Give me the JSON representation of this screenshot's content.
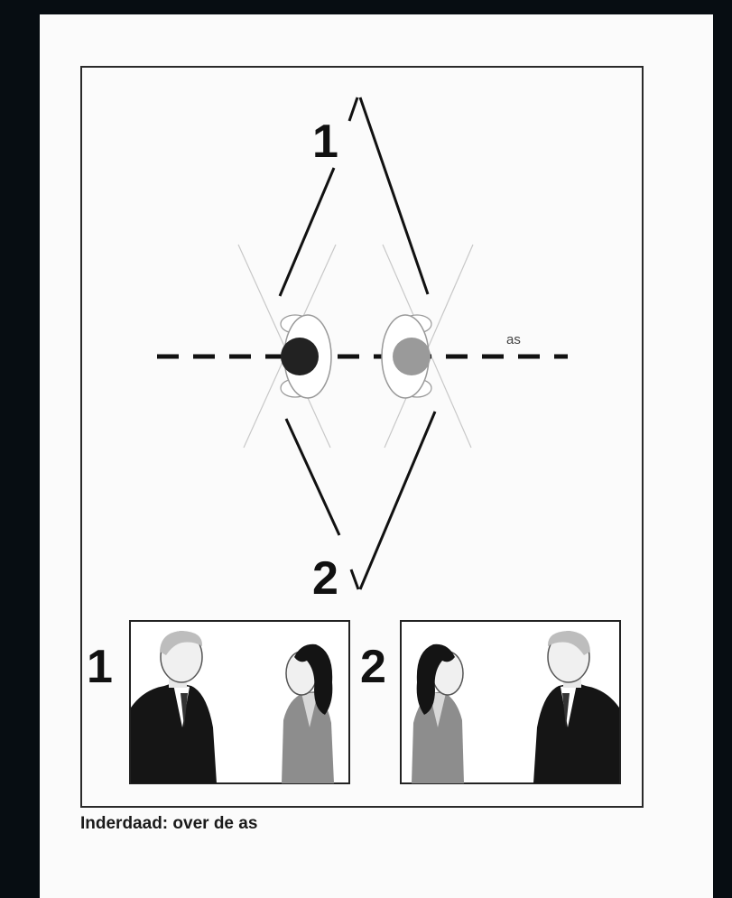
{
  "diagram": {
    "camera_1_label": "1",
    "camera_2_label": "2",
    "axis_label": "as",
    "panel_1_label": "1",
    "panel_2_label": "2",
    "person_dark_color": "#222222",
    "person_light_color": "#9a9a9a"
  },
  "caption": "Inderdaad: over de as"
}
